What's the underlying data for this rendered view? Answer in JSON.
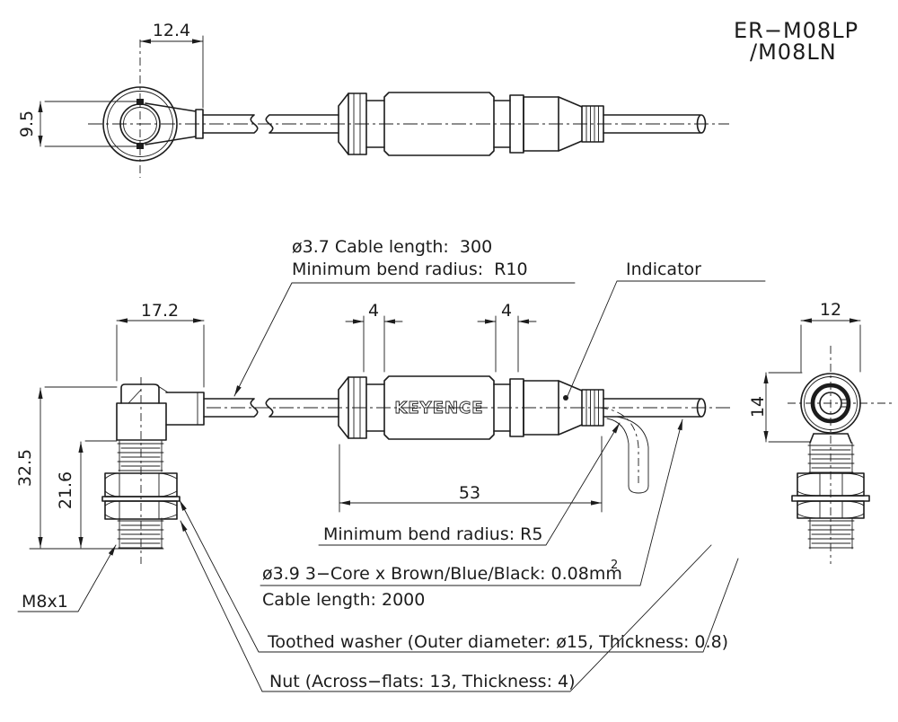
{
  "title": {
    "model_line1": "ER−M08LP",
    "model_line2": "/M08LN"
  },
  "brand_logo": "KEYENCE",
  "annotations": {
    "cable_note_line1": "ø3.7 Cable length:  300",
    "cable_note_line2": "Minimum bend radius:  R10",
    "indicator_label": "Indicator",
    "bend_radius_note": "Minimum bend radius: R5",
    "cable_spec_note": "ø3.9 3−Core x Brown/Blue/Black: 0.08mm",
    "cable_spec_superscript": "2",
    "cable_length_note": "Cable length: 2000",
    "washer_note": "Toothed washer (Outer diameter: ø15, Thickness: 0.8)",
    "nut_note": "Nut (Across−flats: 13, Thickness: 4)",
    "thread_spec": "M8x1"
  },
  "dimensions": {
    "top_view": {
      "clevis_width": "12.4",
      "clevis_height": "9.5"
    },
    "front_view": {
      "head_width": "17.2",
      "overall_height": "32.5",
      "thread_length": "21.6",
      "ring_width_left": "4",
      "ring_width_right": "4",
      "body_length": "53"
    },
    "side_view": {
      "head_width": "12",
      "head_height": "14"
    }
  },
  "colors": {
    "line": "#1c1c1c",
    "background": "#ffffff"
  }
}
